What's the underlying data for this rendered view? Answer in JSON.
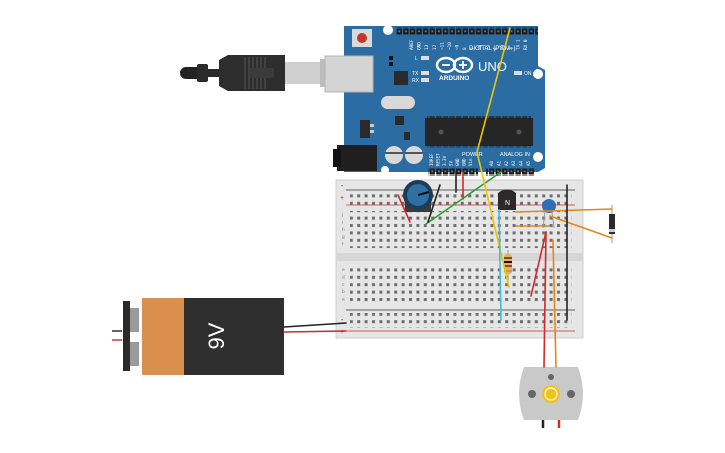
{
  "board": {
    "brand": "ARDUINO",
    "model": "UNO",
    "digital_label": "DIGITAL (PWM~)",
    "power_label": "POWER",
    "analog_label": "ANALOG IN",
    "on_label": "ON",
    "tx_label": "TX",
    "rx_label": "RX",
    "l_label": "L",
    "top_header_pins": [
      "AREF",
      "GND",
      "13",
      "12",
      "~11",
      "~10",
      "~9",
      "8",
      "7",
      "~6",
      "~5",
      "4",
      "~3",
      "2",
      "TX 1",
      "RX 0"
    ],
    "power_pins": [
      "IOREF",
      "RESET",
      "3.3V",
      "5V",
      "GND",
      "GND",
      "Vin"
    ],
    "analog_pins": [
      "A0",
      "A1",
      "A2",
      "A3",
      "A4",
      "A5"
    ]
  },
  "battery": {
    "label": "9V",
    "body_color": "#2f2f2f",
    "cap_color": "#d9904f"
  },
  "breadboard": {
    "row_letters_top": [
      "j",
      "i",
      "h",
      "g",
      "f"
    ],
    "row_letters_bottom": [
      "e",
      "d",
      "c",
      "b",
      "a"
    ],
    "rail_plus": "+",
    "rail_minus": "-"
  },
  "transistor": {
    "label": "N"
  },
  "colors": {
    "board_blue": "#2b6ca3",
    "wire_red": "#d22a2a",
    "wire_black": "#222222",
    "wire_yellow": "#f2c400",
    "wire_green": "#2ca02c",
    "wire_orange": "#e8851a",
    "wire_cyan": "#45bcd6",
    "motor_body": "#c9c9c9"
  }
}
